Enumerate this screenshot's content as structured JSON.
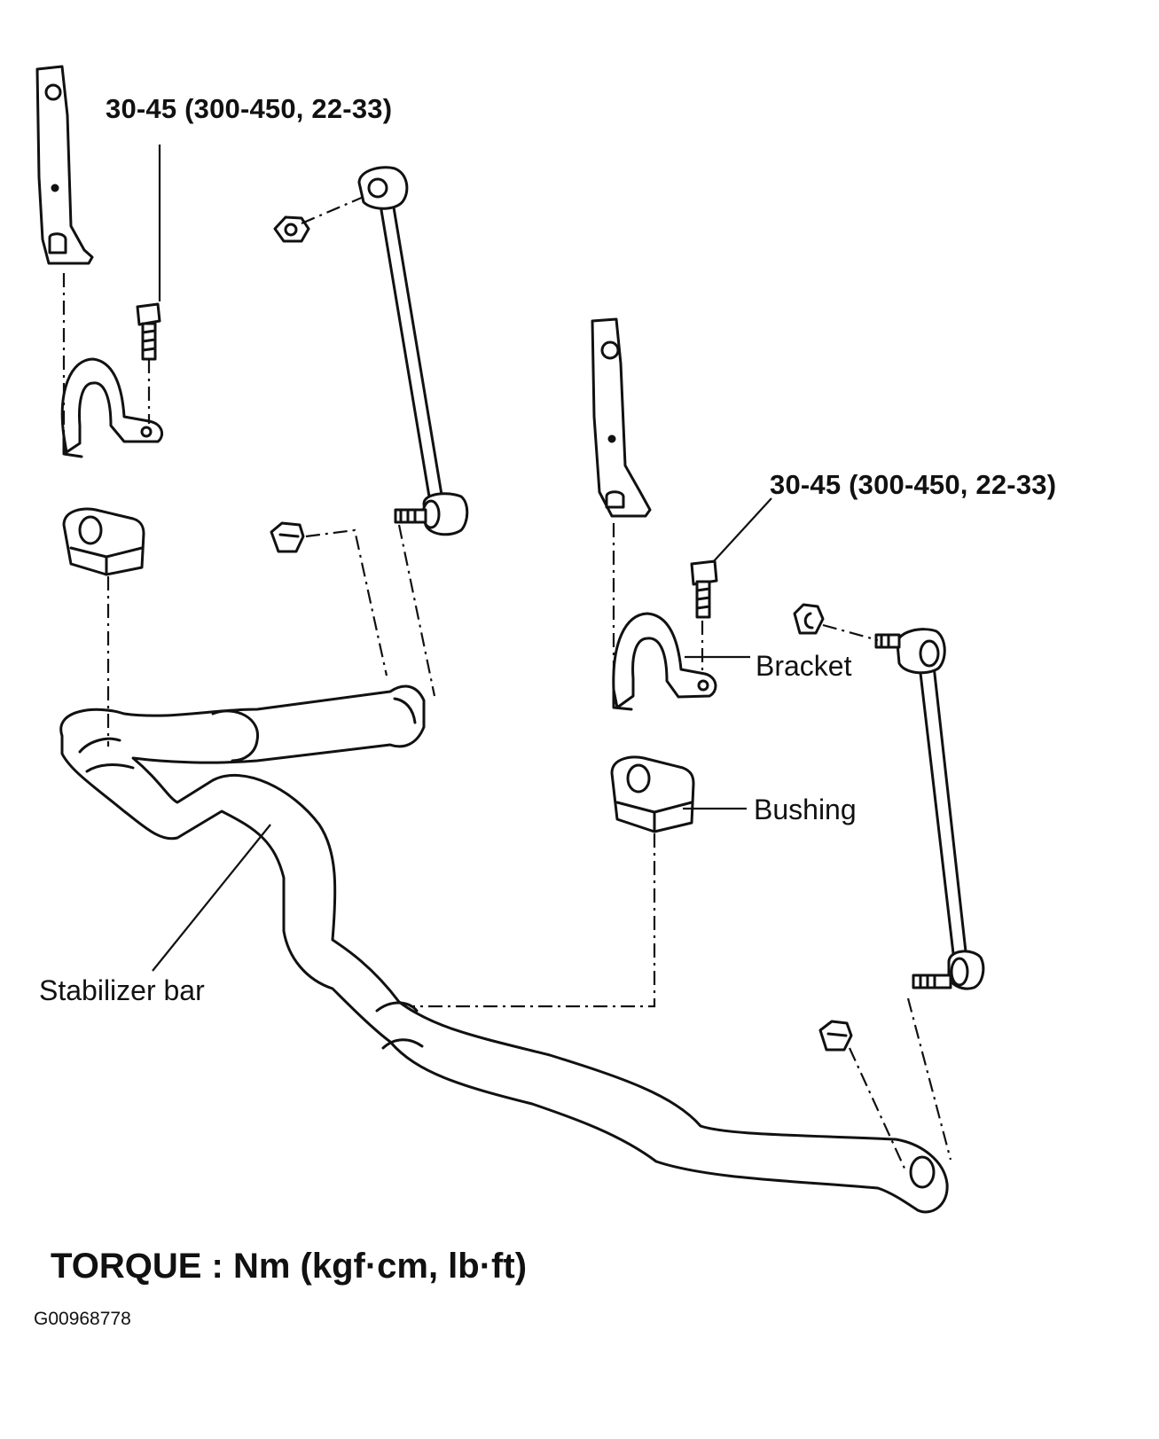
{
  "labels": {
    "torque_spec_left": "30-45 (300-450, 22-33)",
    "torque_spec_right": "30-45 (300-450, 22-33)",
    "bracket": "Bracket",
    "bushing": "Bushing",
    "stabilizer_bar": "Stabilizer bar",
    "torque_units": "TORQUE : Nm (kgf·cm, lb·ft)",
    "figure_id": "G00968778"
  },
  "colors": {
    "ink": "#111111",
    "paper": "#ffffff"
  }
}
